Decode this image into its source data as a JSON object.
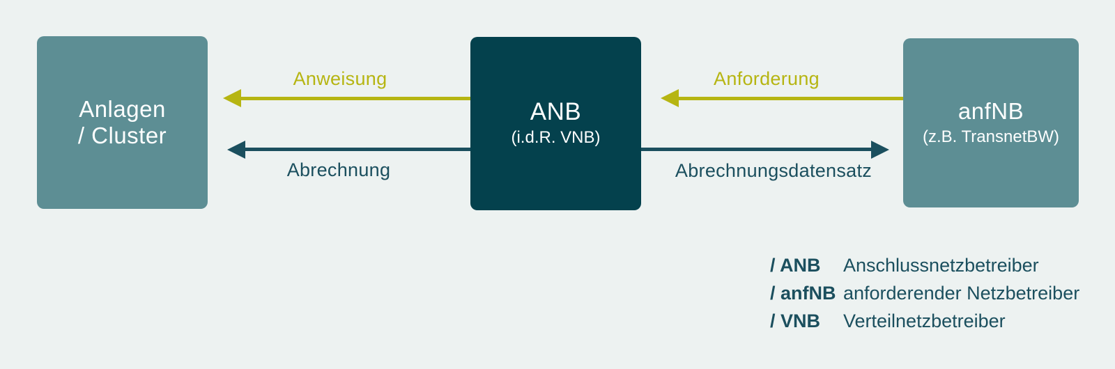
{
  "diagram": {
    "nodes": {
      "left": {
        "line1": "Anlagen",
        "line2": "/ Cluster"
      },
      "middle": {
        "title": "ANB",
        "subtitle": "(i.d.R. VNB)"
      },
      "right": {
        "title": "anfNB",
        "subtitle": "(z.B. TransnetBW)"
      }
    },
    "flows": {
      "anweisung": "Anweisung",
      "abrechnung": "Abrechnung",
      "anforderung": "Anforderung",
      "abrechnungsdatensatz": "Abrechnungsdatensatz"
    },
    "legend": [
      {
        "term": "/ ANB",
        "definition": "Anschlussnetzbetreiber"
      },
      {
        "term": "/ anfNB",
        "definition": "anforderender Netzbetreiber"
      },
      {
        "term": "/ VNB",
        "definition": "Verteilnetzbetreiber"
      }
    ]
  },
  "colors": {
    "background": "#edf2f1",
    "node_teal": "#5d8e94",
    "node_dark": "#04414d",
    "accent_olive": "#b6b512",
    "ink_dark": "#1b4f5e",
    "text_light": "#fdfefe"
  }
}
